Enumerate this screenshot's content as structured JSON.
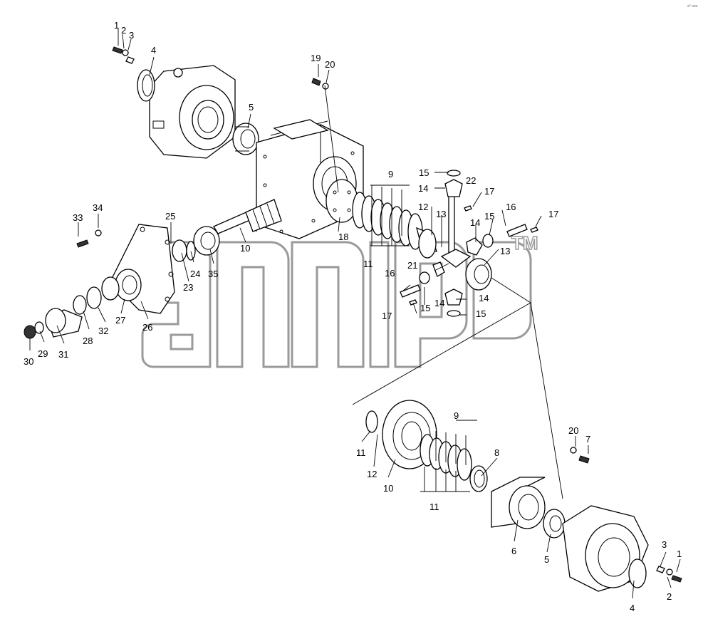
{
  "corner_mark": "a* ooo",
  "watermark": {
    "tm": "TM"
  },
  "callouts": [
    {
      "id": "c1a",
      "text": "1"
    },
    {
      "id": "c2a",
      "text": "2"
    },
    {
      "id": "c3a",
      "text": "3"
    },
    {
      "id": "c4a",
      "text": "4"
    },
    {
      "id": "c5a",
      "text": "5"
    },
    {
      "id": "c19",
      "text": "19"
    },
    {
      "id": "c20a",
      "text": "20"
    },
    {
      "id": "c9a",
      "text": "9"
    },
    {
      "id": "c15a",
      "text": "15"
    },
    {
      "id": "c22",
      "text": "22"
    },
    {
      "id": "c14a",
      "text": "14"
    },
    {
      "id": "c17a",
      "text": "17"
    },
    {
      "id": "c16a",
      "text": "16"
    },
    {
      "id": "c17b",
      "text": "17"
    },
    {
      "id": "c12a",
      "text": "12"
    },
    {
      "id": "c13a",
      "text": "13"
    },
    {
      "id": "c14b",
      "text": "14"
    },
    {
      "id": "c15b",
      "text": "15"
    },
    {
      "id": "c13b",
      "text": "13"
    },
    {
      "id": "c18",
      "text": "18"
    },
    {
      "id": "c10a",
      "text": "10"
    },
    {
      "id": "c11a",
      "text": "11"
    },
    {
      "id": "c21",
      "text": "21"
    },
    {
      "id": "c16b",
      "text": "16"
    },
    {
      "id": "c14c",
      "text": "14"
    },
    {
      "id": "c14d",
      "text": "14"
    },
    {
      "id": "c15c",
      "text": "15"
    },
    {
      "id": "c15d",
      "text": "15"
    },
    {
      "id": "c17c",
      "text": "17"
    },
    {
      "id": "c34",
      "text": "34"
    },
    {
      "id": "c33",
      "text": "33"
    },
    {
      "id": "c25",
      "text": "25"
    },
    {
      "id": "c24",
      "text": "24"
    },
    {
      "id": "c35",
      "text": "35"
    },
    {
      "id": "c23",
      "text": "23"
    },
    {
      "id": "c27",
      "text": "27"
    },
    {
      "id": "c26",
      "text": "26"
    },
    {
      "id": "c32",
      "text": "32"
    },
    {
      "id": "c28",
      "text": "28"
    },
    {
      "id": "c31",
      "text": "31"
    },
    {
      "id": "c29",
      "text": "29"
    },
    {
      "id": "c30",
      "text": "30"
    },
    {
      "id": "c9b",
      "text": "9"
    },
    {
      "id": "c20b",
      "text": "20"
    },
    {
      "id": "c7",
      "text": "7"
    },
    {
      "id": "c11b",
      "text": "11"
    },
    {
      "id": "c12b",
      "text": "12"
    },
    {
      "id": "c10b",
      "text": "10"
    },
    {
      "id": "c8",
      "text": "8"
    },
    {
      "id": "c11c",
      "text": "11"
    },
    {
      "id": "c6",
      "text": "6"
    },
    {
      "id": "c5b",
      "text": "5"
    },
    {
      "id": "c4b",
      "text": "4"
    },
    {
      "id": "c3b",
      "text": "3"
    },
    {
      "id": "c1b",
      "text": "1"
    },
    {
      "id": "c2b",
      "text": "2"
    }
  ]
}
